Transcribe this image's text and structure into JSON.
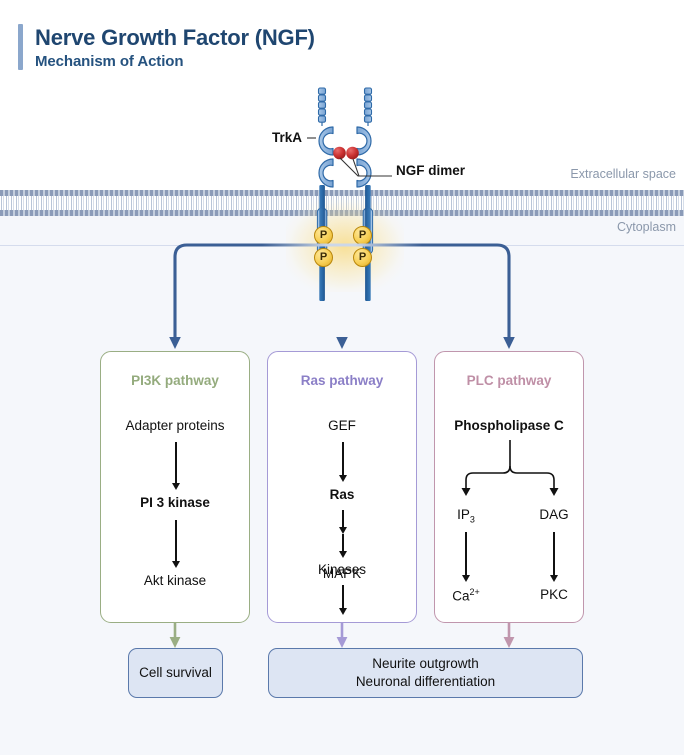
{
  "header": {
    "title": "Nerve Growth Factor (NGF)",
    "subtitle": "Mechanism of Action",
    "accent_color": "#8ba7cc",
    "title_color": "#1f4670"
  },
  "membrane": {
    "extracellular_label": "Extracellular space",
    "cytoplasm_label": "Cytoplasm",
    "label_color": "#8b98ab",
    "head_color": "#8b9bb8"
  },
  "receptor": {
    "name": "TrkA",
    "ligand": "NGF dimer",
    "receptor_color": "#8fb4dd",
    "receptor_stroke": "#2f6aa8",
    "stem_color": "#2b6cab",
    "ligand_color": "#cc3333",
    "phosphate_label": "P",
    "phosphate_color": "#f7cf55",
    "phosphate_count": 4,
    "glow_color": "#facd46"
  },
  "pathways": [
    {
      "id": "pi3k",
      "title": "PI3K pathway",
      "accent": "#94ab7d",
      "border": "#9aae84",
      "nodes": [
        {
          "label": "Adapter proteins",
          "bold": false
        },
        {
          "label": "PI 3 kinase",
          "bold": true
        },
        {
          "label": "Akt kinase",
          "bold": false
        }
      ]
    },
    {
      "id": "ras",
      "title": "Ras pathway",
      "accent": "#8b7fc7",
      "border": "#a59ad6",
      "nodes": [
        {
          "label": "GEF",
          "bold": false
        },
        {
          "label": "Ras",
          "bold": true
        },
        {
          "label": "Kinases",
          "bold": false
        },
        {
          "label": "MAPK",
          "bold": false
        }
      ]
    },
    {
      "id": "plc",
      "title": "PLC pathway",
      "accent": "#bf8fa6",
      "border": "#c096ad",
      "nodes": [
        {
          "label": "Phospholipase C",
          "bold": true
        },
        {
          "label": "IP",
          "sub": "3",
          "bold": false
        },
        {
          "label": "DAG",
          "bold": false
        },
        {
          "label": "Ca",
          "sup": "2+",
          "bold": false
        },
        {
          "label": "PKC",
          "bold": false
        }
      ]
    }
  ],
  "outcomes": [
    {
      "id": "survival",
      "line1": "Cell survival",
      "line2": ""
    },
    {
      "id": "neurite",
      "line1": "Neurite outgrowth",
      "line2": "Neuronal differentiation"
    }
  ],
  "colors": {
    "background": "#f5f7fb",
    "extracellular_bg": "#ffffff",
    "arrow_dark_blue": "#3b5f95",
    "outcome_fill": "#dde5f3",
    "outcome_border": "#5a79ab"
  }
}
